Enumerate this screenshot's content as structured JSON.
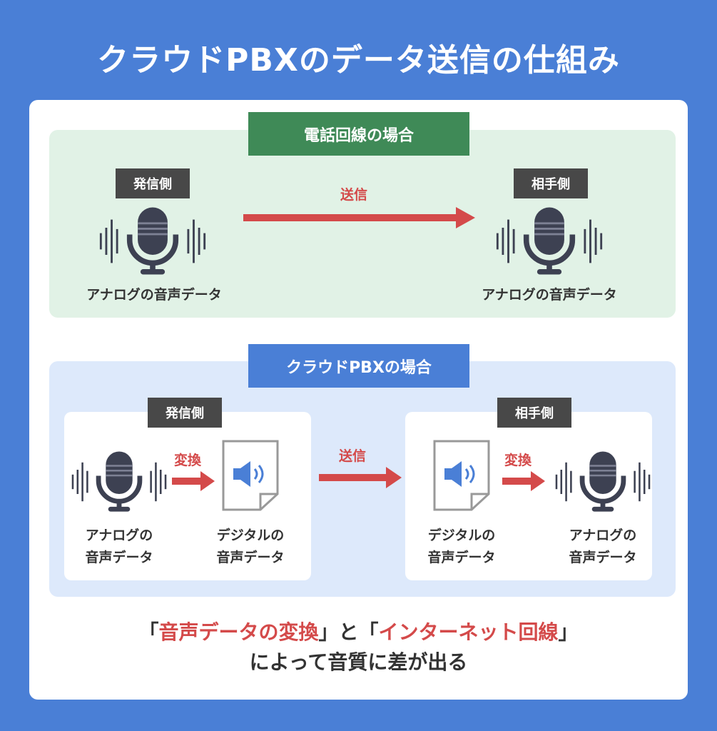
{
  "title": "クラウドPBXのデータ送信の仕組み",
  "phone": {
    "heading": "電話回線の場合",
    "sender_tag": "発信側",
    "receiver_tag": "相手側",
    "send_label": "送信",
    "sender_caption": "アナログの音声データ",
    "receiver_caption": "アナログの音声データ"
  },
  "cloud": {
    "heading": "クラウドPBXの場合",
    "sender_tag": "発信側",
    "receiver_tag": "相手側",
    "send_label": "送信",
    "convert_label_1": "変換",
    "convert_label_2": "変換",
    "analog_line1": "アナログの",
    "digital_line1": "デジタルの",
    "data_line2": "音声データ"
  },
  "summary": {
    "q_open_1": "「",
    "red_1": "音声データの変換",
    "q_close_1": "」と「",
    "red_2": "インターネット回線",
    "q_close_2": "」",
    "line2": "によって音質に差が出る"
  },
  "colors": {
    "background": "#4a7fd6",
    "green_panel": "#e1f2e6",
    "green_heading": "#3f8a57",
    "blue_panel": "#dde9fb",
    "accent_red": "#d44a4a",
    "mic": "#3d4152",
    "speaker": "#4a7fd6"
  },
  "icons": [
    "microphone-icon",
    "sound-wave-icon",
    "arrow-right-icon",
    "audio-file-icon"
  ]
}
